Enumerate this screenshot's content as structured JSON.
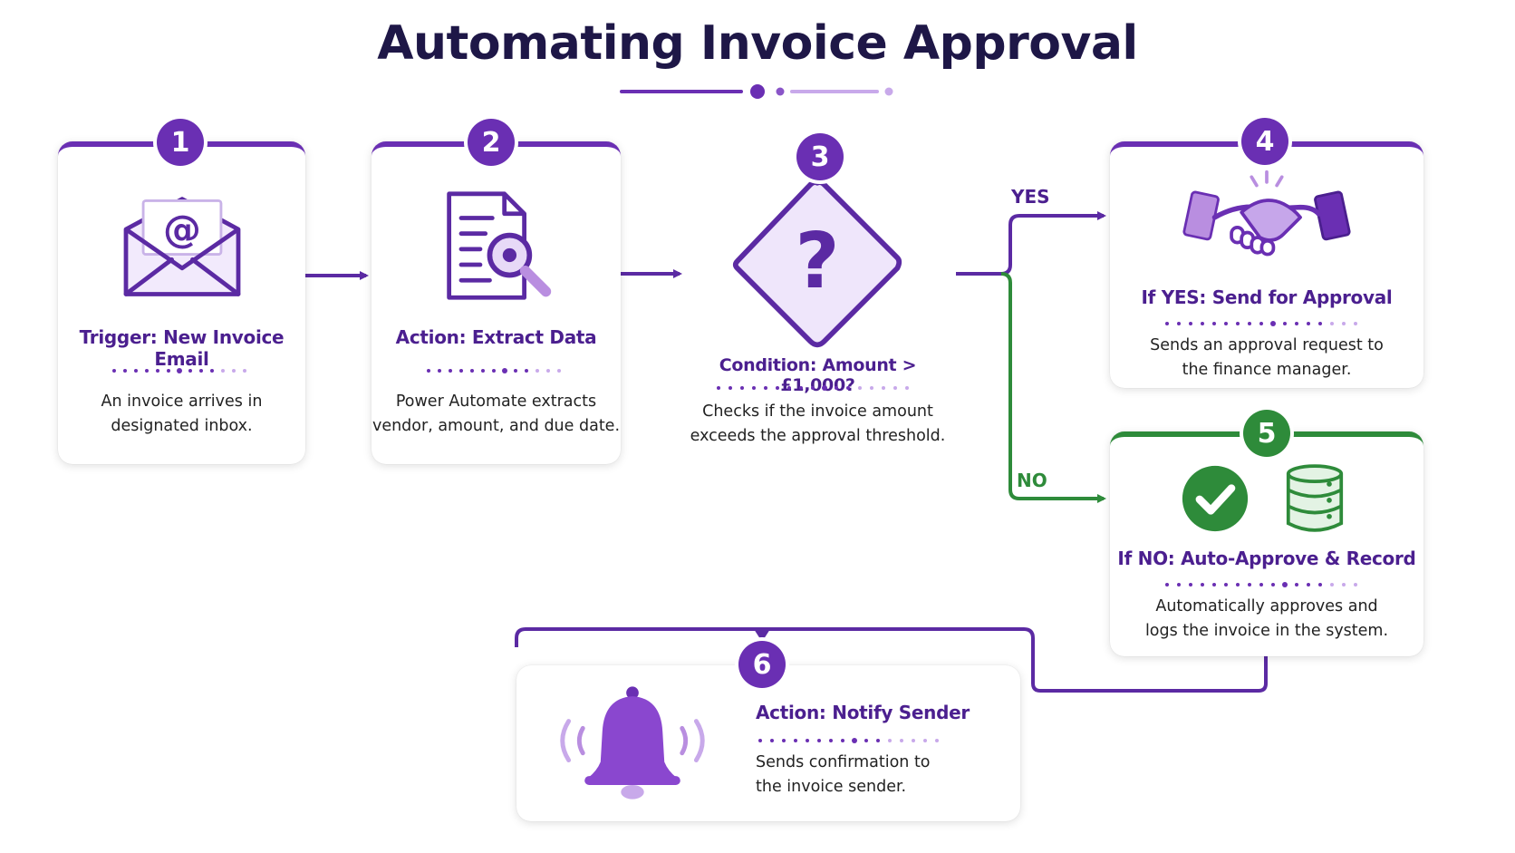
{
  "title": "Automating Invoice Approval",
  "colors": {
    "primary": "#6a2fb3",
    "dark_text": "#1e1747",
    "success": "#2e8b3a",
    "light_purple": "#b98ee0"
  },
  "steps": [
    {
      "number": "1",
      "title": "Trigger: New Invoice Email",
      "desc_line1": "An invoice arrives in",
      "desc_line2": "designated inbox.",
      "icon": "email-at-icon"
    },
    {
      "number": "2",
      "title": "Action: Extract Data",
      "desc_line1": "Power Automate extracts",
      "desc_line2": "vendor, amount, and due date.",
      "icon": "document-search-icon"
    },
    {
      "number": "3",
      "title": "Condition: Amount > £1,000?",
      "desc_line1": "Checks if the invoice amount",
      "desc_line2": "exceeds the approval threshold.",
      "icon": "question-diamond-icon"
    },
    {
      "number": "4",
      "title": "If YES: Send for Approval",
      "desc_line1": "Sends an approval request to",
      "desc_line2": "the finance manager.",
      "icon": "handshake-icon"
    },
    {
      "number": "5",
      "title": "If NO: Auto-Approve & Record",
      "desc_line1": "Automatically approves and",
      "desc_line2": "logs the invoice in the system.",
      "icon": "checkmark-database-icon"
    },
    {
      "number": "6",
      "title": "Action: Notify Sender",
      "desc_line1": "Sends confirmation to",
      "desc_line2": "the invoice sender.",
      "icon": "bell-icon"
    }
  ],
  "branches": {
    "yes": "YES",
    "no": "NO"
  }
}
